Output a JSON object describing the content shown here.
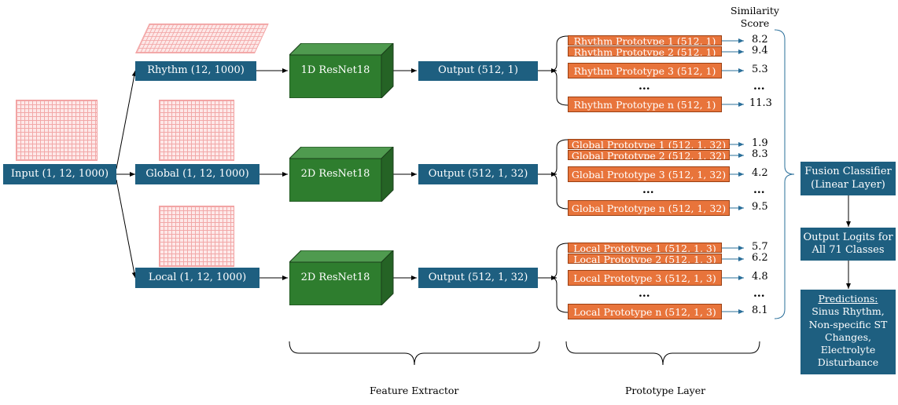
{
  "input": "Input (1, 12, 1000)",
  "branches": [
    {
      "id": "rhythm",
      "input": "Rhythm (12, 1000)",
      "model": "1D ResNet18",
      "output": "Output (512, 1)",
      "prototypes": [
        "Rhythm Prototype 1 (512, 1)",
        "Rhythm Prototype 2 (512, 1)",
        "Rhythm Prototype 3 (512, 1)",
        "Rhythm Prototype n (512, 1)"
      ],
      "scores": [
        "8.2",
        "9.4",
        "5.3",
        "11.3"
      ]
    },
    {
      "id": "global",
      "input": "Global (1, 12, 1000)",
      "model": "2D ResNet18",
      "output": "Output (512, 1, 32)",
      "prototypes": [
        "Global Prototype 1 (512, 1, 32)",
        "Global Prototype 2 (512, 1, 32)",
        "Global Prototype 3 (512, 1, 32)",
        "Global Prototype n (512, 1, 32)"
      ],
      "scores": [
        "1.9",
        "8.3",
        "4.2",
        "9.5"
      ]
    },
    {
      "id": "local",
      "input": "Local (1, 12, 1000)",
      "model": "2D ResNet18",
      "output": "Output (512, 1, 32)",
      "prototypes": [
        "Local Prototype 1 (512, 1, 3)",
        "Local Prototype 2 (512, 1, 3)",
        "Local Prototype 3 (512, 1, 3)",
        "Local Prototype n (512, 1, 3)"
      ],
      "scores": [
        "5.7",
        "6.2",
        "4.8",
        "8.1"
      ]
    }
  ],
  "ellipsis": "...",
  "similarity_header": [
    "Similarity",
    "Score"
  ],
  "fusion": [
    "Fusion Classifier",
    "(Linear Layer)"
  ],
  "logits": [
    "Output Logits for",
    "All 71 Classes"
  ],
  "predictions": {
    "title": "Predictions:",
    "items": [
      "Sinus Rhythm,",
      "Non-specific ST",
      "Changes,",
      "Electrolyte",
      "Disturbance"
    ]
  },
  "bottom_labels": {
    "feature_extractor": "Feature Extractor",
    "prototype_layer": "Prototype Layer"
  },
  "colors": {
    "box_blue": "#1e5f80",
    "prototype_orange": "#e8743b",
    "resnet_green": "#2e7d2e",
    "score_arrow": "#2a6f9a"
  }
}
